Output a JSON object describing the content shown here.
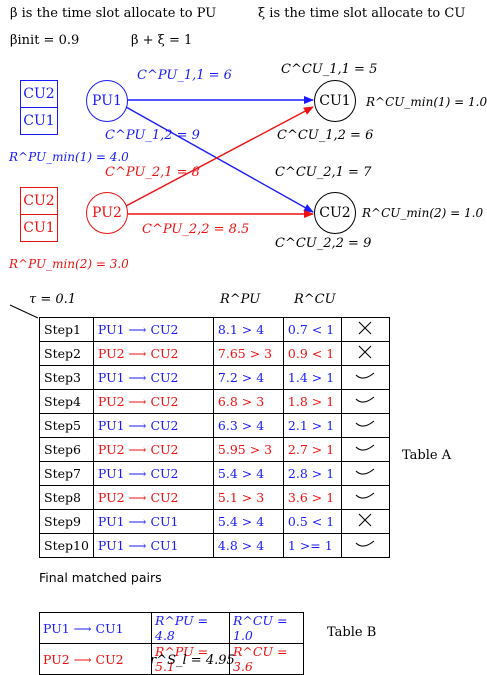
{
  "header": {
    "beta_def": "β is the time slot allocate to PU",
    "xi_def": "ξ is the time slot allocate to CU",
    "beta_init": "βinit = 0.9",
    "constraint": "β + ξ = 1"
  },
  "diagram": {
    "pu_boxes": [
      {
        "top": "CU2",
        "bottom": "CU1",
        "rmin": "R^PU_min(1) = 4.0",
        "color": "#1a1aff"
      },
      {
        "top": "CU2",
        "bottom": "CU1",
        "rmin": "R^PU_min(2) = 3.0",
        "color": "#ee1111"
      }
    ],
    "pu_nodes": [
      "PU1",
      "PU2"
    ],
    "cu_nodes": [
      "CU1",
      "CU2"
    ],
    "cu_rmin": [
      "R^CU_min(1) = 1.0",
      "R^CU_min(2) = 1.0"
    ],
    "edge_labels": {
      "c_pu_11": "C^PU_1,1 = 6",
      "c_pu_12": "C^PU_1,2 = 9",
      "c_pu_21": "C^PU_2,1 = 8",
      "c_pu_22": "C^PU_2,2 = 8.5",
      "c_cu_11": "C^CU_1,1 = 5",
      "c_cu_12": "C^CU_1,2 = 6",
      "c_cu_21": "C^CU_2,1 = 7",
      "c_cu_22": "C^CU_2,2 = 9"
    },
    "colors": {
      "pu1": "#1a1aff",
      "pu2": "#ee1111",
      "black": "#000000"
    }
  },
  "table_a": {
    "tau": "τ = 0.1",
    "col_rpu": "R^PU",
    "col_rcu": "R^CU",
    "label": "Table A",
    "rows": [
      {
        "step": "Step1",
        "pair": "PU1 ⟶ CU2",
        "rpu": "8.1 > 4",
        "rcu": "0.7 < 1",
        "mark": "cross",
        "color": "#1a1aff"
      },
      {
        "step": "Step2",
        "pair": "PU2 ⟶ CU2",
        "rpu": "7.65 > 3",
        "rcu": "0.9 < 1",
        "mark": "cross",
        "color": "#ee1111"
      },
      {
        "step": "Step3",
        "pair": "PU1 ⟶ CU2",
        "rpu": "7.2 > 4",
        "rcu": "1.4 > 1",
        "mark": "check",
        "color": "#1a1aff"
      },
      {
        "step": "Step4",
        "pair": "PU2 ⟶ CU2",
        "rpu": "6.8 > 3",
        "rcu": "1.8 > 1",
        "mark": "check",
        "color": "#ee1111"
      },
      {
        "step": "Step5",
        "pair": "PU1 ⟶ CU2",
        "rpu": "6.3 > 4",
        "rcu": "2.1 > 1",
        "mark": "check",
        "color": "#1a1aff"
      },
      {
        "step": "Step6",
        "pair": "PU2 ⟶ CU2",
        "rpu": "5.95 > 3",
        "rcu": "2.7 > 1",
        "mark": "check",
        "color": "#ee1111"
      },
      {
        "step": "Step7",
        "pair": "PU1 ⟶ CU2",
        "rpu": "5.4 > 4",
        "rcu": "2.8 > 1",
        "mark": "check",
        "color": "#1a1aff"
      },
      {
        "step": "Step8",
        "pair": "PU2 ⟶ CU2",
        "rpu": "5.1 > 3",
        "rcu": "3.6 > 1",
        "mark": "check",
        "color": "#ee1111"
      },
      {
        "step": "Step9",
        "pair": "PU1 ⟶ CU1",
        "rpu": "5.4 > 4",
        "rcu": "0.5 < 1",
        "mark": "cross",
        "color": "#1a1aff"
      },
      {
        "step": "Step10",
        "pair": "PU1 ⟶ CU1",
        "rpu": "4.8 > 4",
        "rcu": "1 >= 1",
        "mark": "check",
        "color": "#1a1aff"
      }
    ]
  },
  "table_b": {
    "caption": "Final matched pairs",
    "label": "Table B",
    "rows": [
      {
        "pair": "PU1 ⟶ CU1",
        "rpu": "R^PU = 4.8",
        "rcu": "R^CU = 1.0",
        "color": "#1a1aff"
      },
      {
        "pair": "PU2 ⟶ CU2",
        "rpu": "R^PU = 5.1",
        "rcu": "R^CU = 3.6",
        "color": "#ee1111"
      }
    ],
    "sum_rate": "r^S_l = 4.95"
  }
}
